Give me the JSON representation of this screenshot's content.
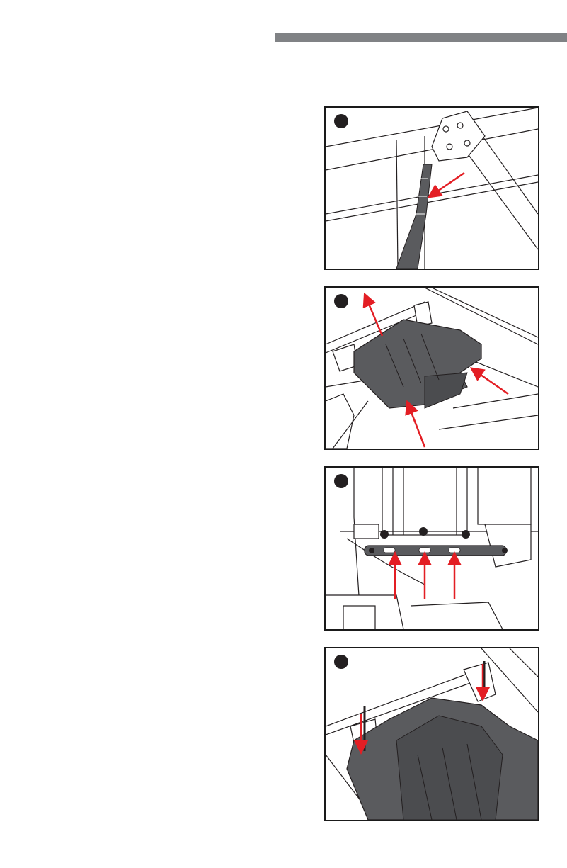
{
  "document": {
    "header_bar_color": "#808285",
    "panel_border_color": "#1a1a1a",
    "arrow_color": "#e31e24",
    "part_fill_color": "#5a5b5e",
    "steps": [
      {
        "icon": "step-indicator-icon",
        "illustration": "strap-threading-illustration"
      },
      {
        "icon": "step-indicator-icon",
        "illustration": "seat-base-placement-illustration"
      },
      {
        "icon": "step-indicator-icon",
        "illustration": "mounting-bar-install-illustration"
      },
      {
        "icon": "step-indicator-icon",
        "illustration": "bolt-fastening-illustration"
      }
    ]
  }
}
